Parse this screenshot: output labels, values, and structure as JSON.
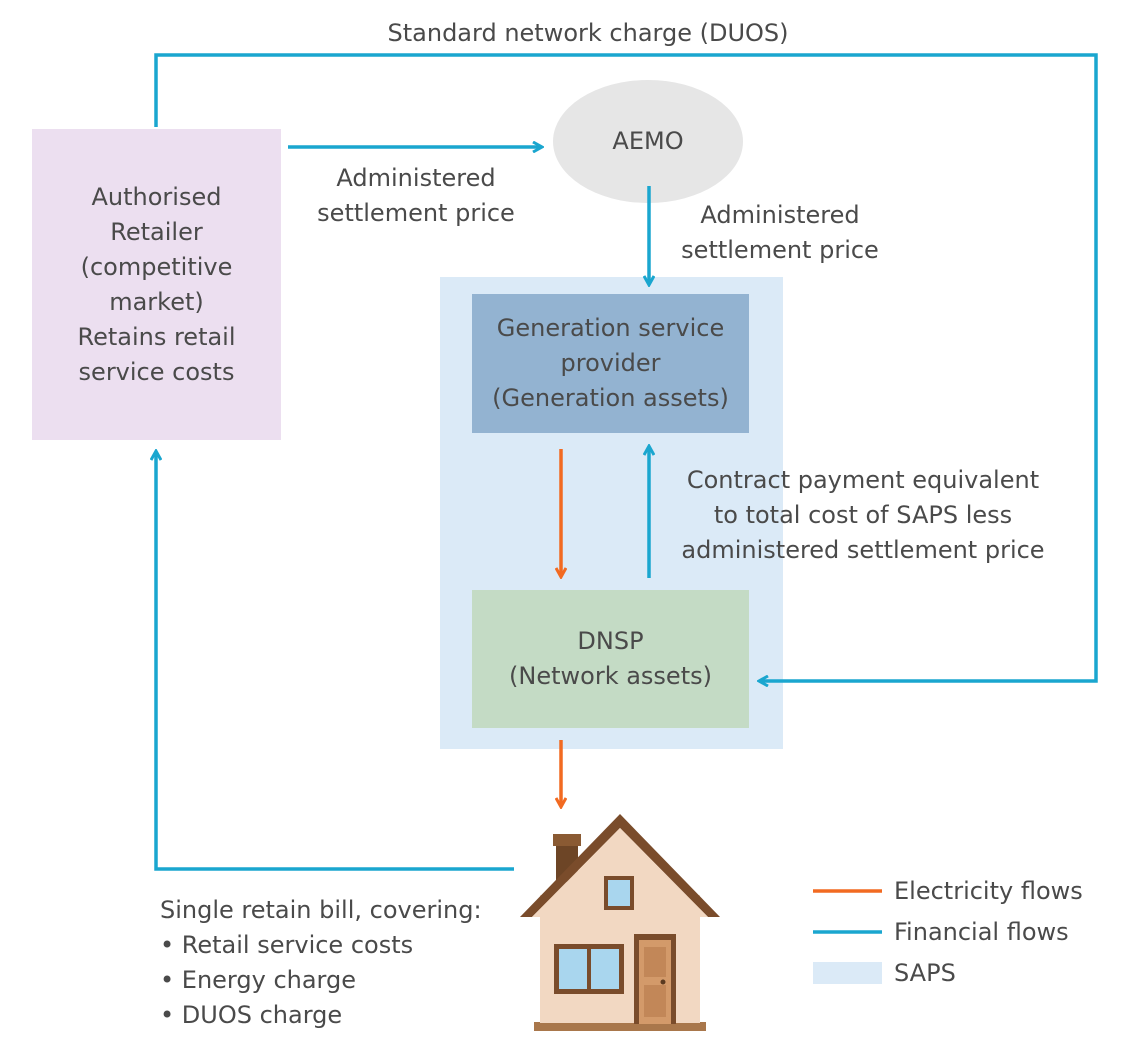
{
  "labels": {
    "top_duos": "Standard network charge (DUOS)",
    "retailer_to_aemo": [
      "Administered",
      "settlement price"
    ],
    "aemo_to_gen": [
      "Administered",
      "settlement price"
    ],
    "contract": [
      "Contract payment equivalent",
      "to total cost of SAPS less",
      "administered settlement price"
    ]
  },
  "nodes": {
    "retailer": [
      "Authorised",
      "Retailer",
      "(competitive",
      "market)",
      "Retains retail",
      "service costs"
    ],
    "aemo": "AEMO",
    "generation": [
      "Generation service",
      "provider",
      "(Generation assets)"
    ],
    "dnsp": [
      "DNSP",
      "(Network assets)"
    ]
  },
  "bill": {
    "heading": "Single retain bill, covering:",
    "items": [
      "• Retail service costs",
      "• Energy charge",
      "• DUOS charge"
    ]
  },
  "legend": {
    "electricity": "Electricity flows",
    "financial": "Financial flows",
    "saps": "SAPS"
  },
  "colors": {
    "electricity": "#f26a21",
    "financial": "#1aa6cf",
    "saps": "#dbeaf7",
    "retailer": "#ecdff0",
    "aemo": "#e6e6e6",
    "generation": "#93b3d1",
    "dnsp": "#c4dbc5"
  },
  "icons": {
    "house": "house-icon"
  }
}
